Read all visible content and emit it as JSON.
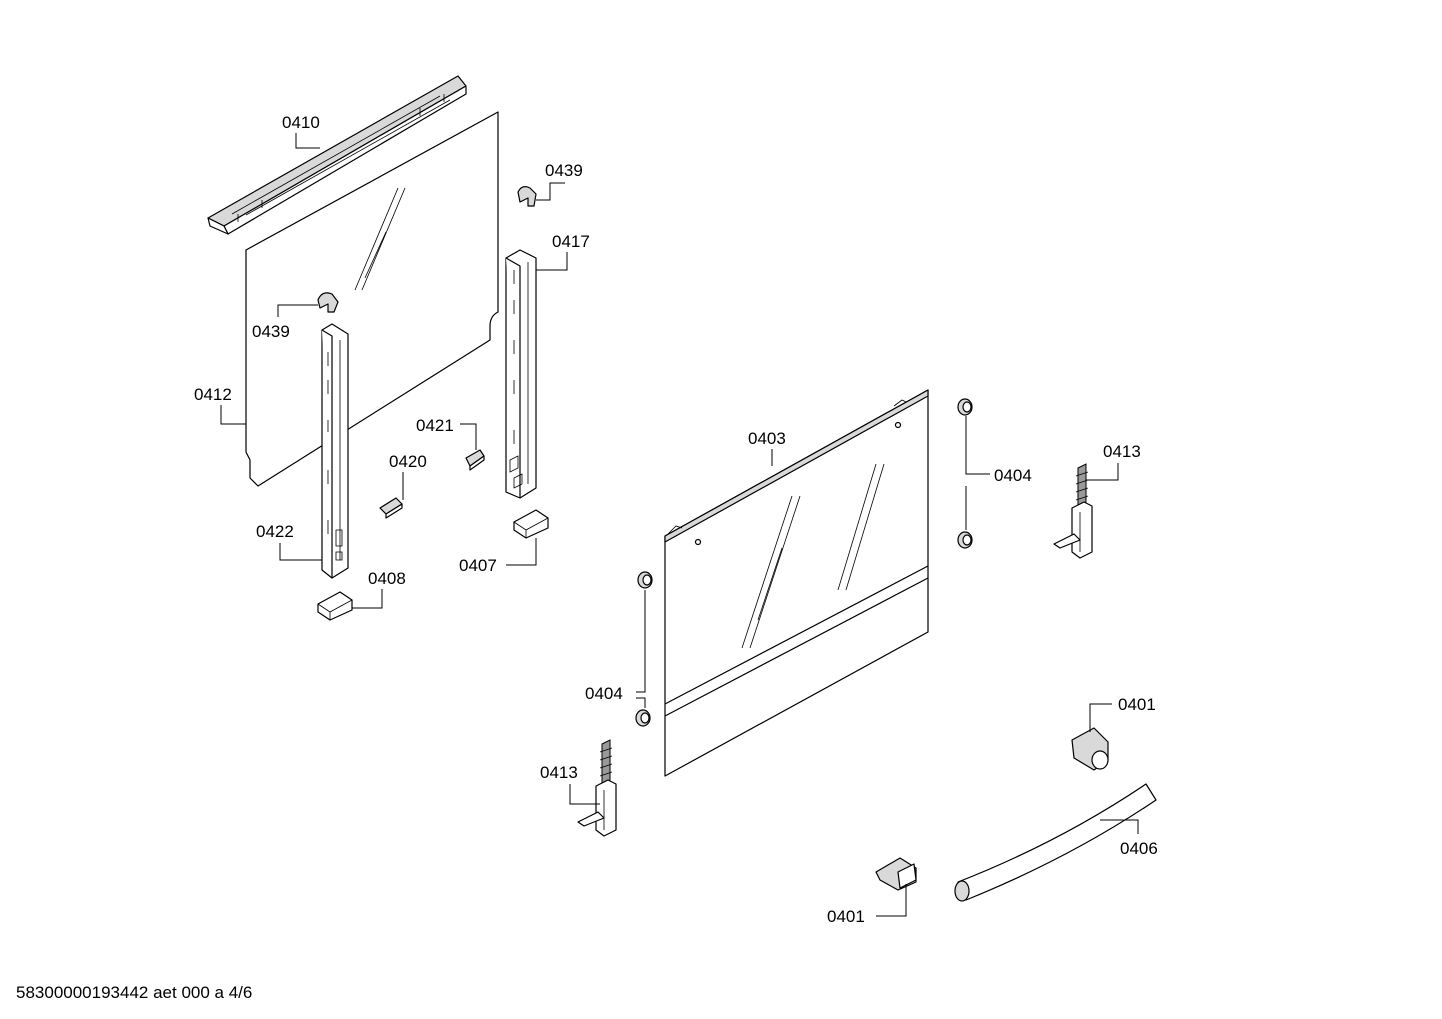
{
  "diagram": {
    "footer_code": "58300000193442 aet 000 a 4/6",
    "labels": {
      "p0410": "0410",
      "p0439_top": "0439",
      "p0417": "0417",
      "p0439_left": "0439",
      "p0412": "0412",
      "p0421": "0421",
      "p0420": "0420",
      "p0422": "0422",
      "p0408": "0408",
      "p0407": "0407",
      "p0403": "0403",
      "p0404_right": "0404",
      "p0413_right": "0413",
      "p0404_left": "0404",
      "p0413_left": "0413",
      "p0401_top": "0401",
      "p0406": "0406",
      "p0401_bottom": "0401"
    }
  }
}
